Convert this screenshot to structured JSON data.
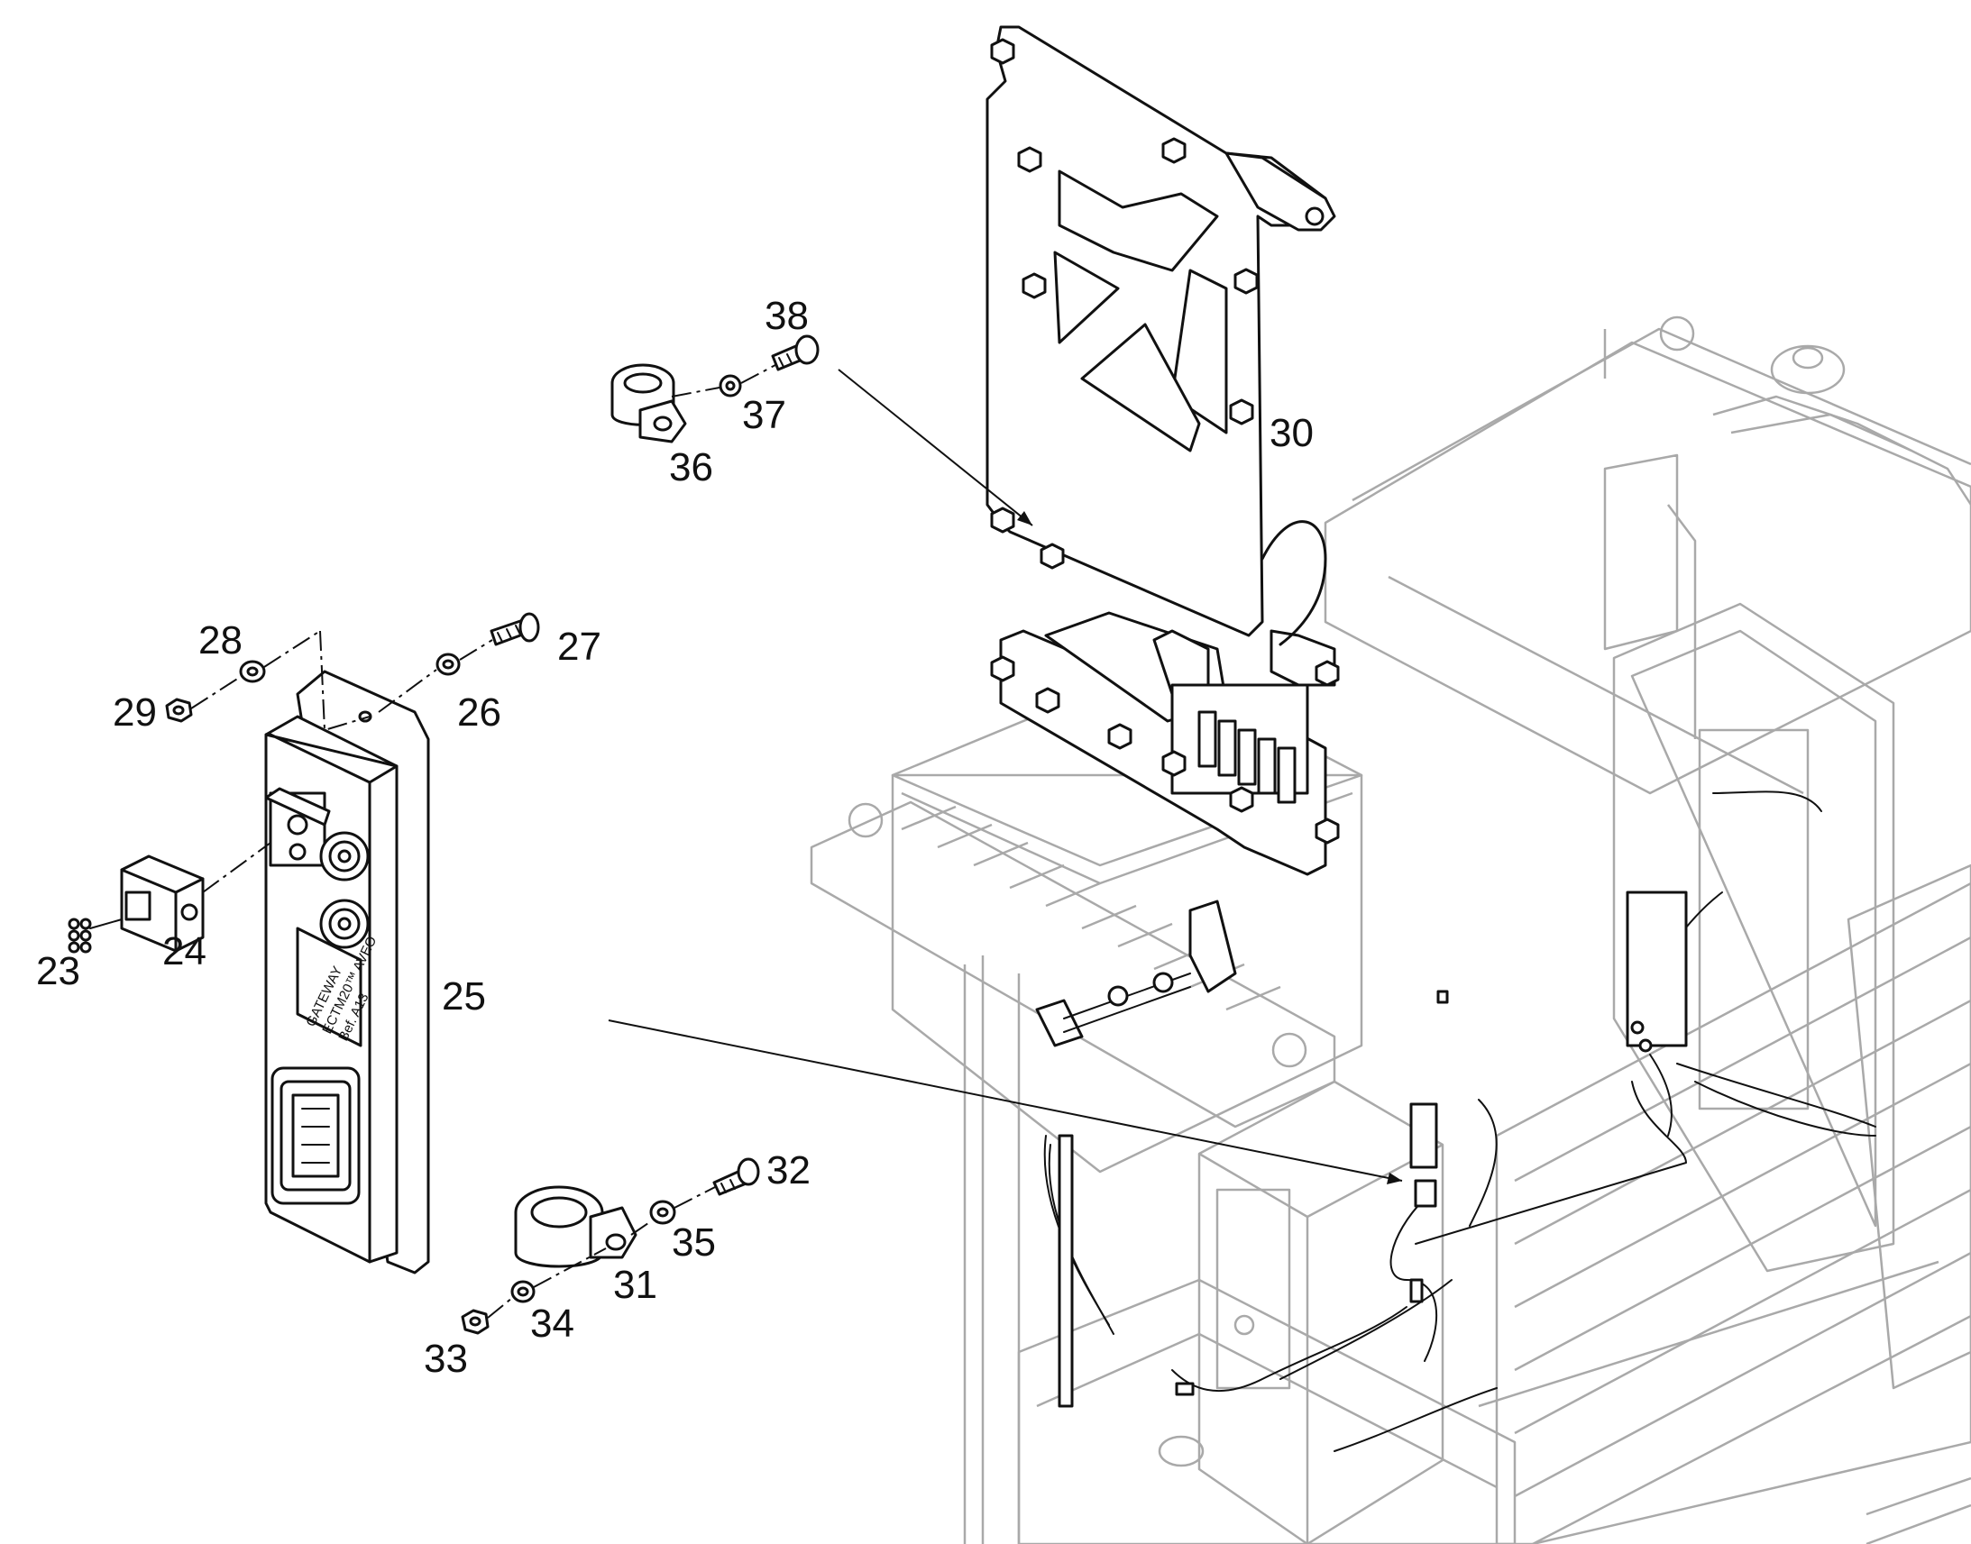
{
  "callouts": {
    "c23": "23",
    "c24": "24",
    "c25": "25",
    "c26": "26",
    "c27": "27",
    "c28": "28",
    "c29": "29",
    "c30": "30",
    "c31": "31",
    "c32": "32",
    "c33": "33",
    "c34": "34",
    "c35": "35",
    "c36": "36",
    "c37": "37",
    "c38": "38"
  },
  "module_label": {
    "line1": "GATEWAY",
    "line2": "ECTM20™ AVEO",
    "line3": "Bef. A13"
  },
  "colors": {
    "ink": "#111111",
    "ghost": "#a9a9a9",
    "background": "#ffffff"
  }
}
